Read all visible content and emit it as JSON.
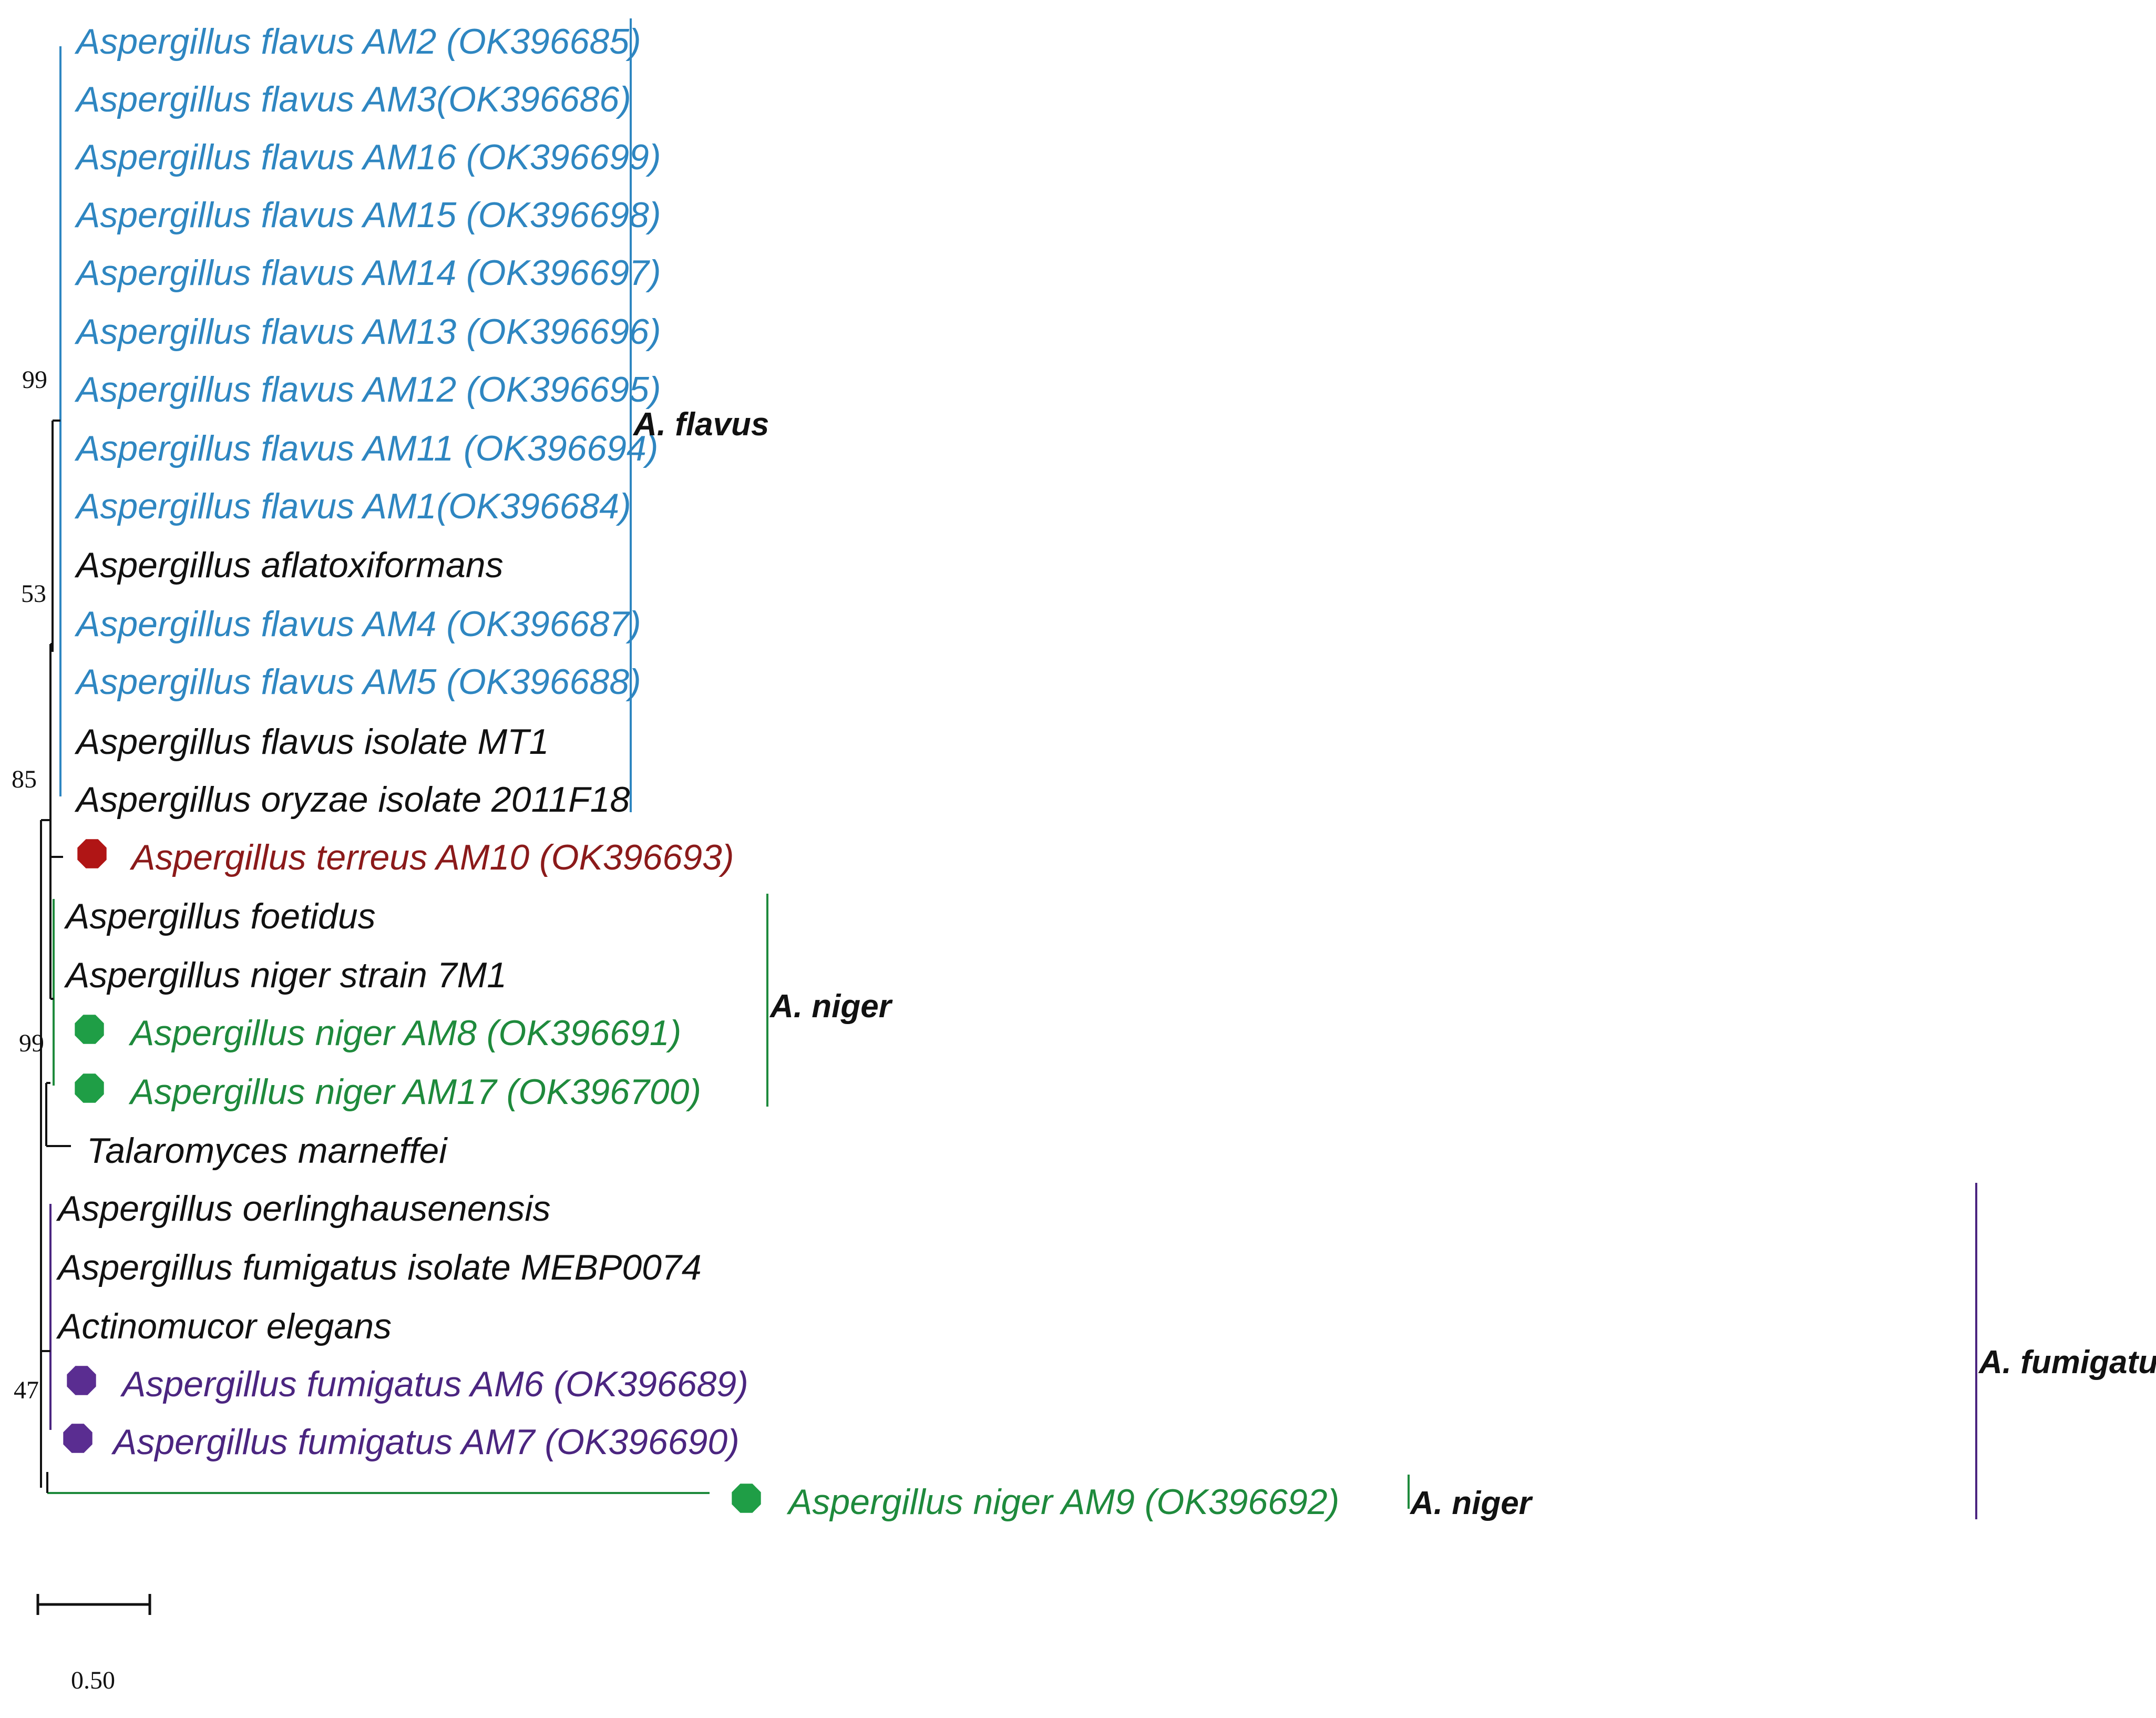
{
  "colors": {
    "flavus": "#2e86c1",
    "black": "#111111",
    "terreus": "#8b1a1a",
    "niger": "#1e8a3c",
    "fumigatus": "#4b2580",
    "marker_terreus": "#b01515",
    "marker_niger": "#1f9e46",
    "marker_fumigatus": "#5a2d91"
  },
  "taxa": [
    {
      "label": "Aspergillus flavus AM2 (OK396685)",
      "color": "flavus",
      "marker": null
    },
    {
      "label": "Aspergillus flavus AM3(OK396686)",
      "color": "flavus",
      "marker": null
    },
    {
      "label": "Aspergillus flavus AM16 (OK396699)",
      "color": "flavus",
      "marker": null
    },
    {
      "label": "Aspergillus flavus AM15 (OK396698)",
      "color": "flavus",
      "marker": null
    },
    {
      "label": "Aspergillus flavus AM14 (OK396697)",
      "color": "flavus",
      "marker": null
    },
    {
      "label": "Aspergillus flavus AM13 (OK396696)",
      "color": "flavus",
      "marker": null
    },
    {
      "label": "Aspergillus flavus AM12 (OK396695)",
      "color": "flavus",
      "marker": null
    },
    {
      "label": "Aspergillus flavus AM11 (OK396694)",
      "color": "flavus",
      "marker": null
    },
    {
      "label": "Aspergillus flavus AM1(OK396684)",
      "color": "flavus",
      "marker": null
    },
    {
      "label": "Aspergillus aflatoxiformans",
      "color": "black",
      "marker": null
    },
    {
      "label": "Aspergillus flavus AM4 (OK396687)",
      "color": "flavus",
      "marker": null
    },
    {
      "label": "Aspergillus flavus AM5 (OK396688)",
      "color": "flavus",
      "marker": null
    },
    {
      "label": "Aspergillus flavus isolate MT1",
      "color": "black",
      "marker": null
    },
    {
      "label": "Aspergillus oryzae isolate 2011F18",
      "color": "black",
      "marker": null
    },
    {
      "label": "Aspergillus terreus AM10 (OK396693)",
      "color": "terreus",
      "marker": "marker_terreus"
    },
    {
      "label": "Aspergillus foetidus",
      "color": "black",
      "marker": null
    },
    {
      "label": "Aspergillus niger strain 7M1",
      "color": "black",
      "marker": null
    },
    {
      "label": "Aspergillus niger AM8 (OK396691)",
      "color": "niger",
      "marker": "marker_niger"
    },
    {
      "label": "Aspergillus niger AM17 (OK396700)",
      "color": "niger",
      "marker": "marker_niger"
    },
    {
      "label": "Talaromyces marneffei",
      "color": "black",
      "marker": null
    },
    {
      "label": "Aspergillus oerlinghausenensis",
      "color": "black",
      "marker": null
    },
    {
      "label": "Aspergillus fumigatus isolate MEBP0074",
      "color": "black",
      "marker": null
    },
    {
      "label": "Actinomucor elegans",
      "color": "black",
      "marker": null
    },
    {
      "label": "Aspergillus fumigatus AM6 (OK396689)",
      "color": "fumigatus",
      "marker": "marker_fumigatus"
    },
    {
      "label": "Aspergillus fumigatus AM7 (OK396690)",
      "color": "fumigatus",
      "marker": "marker_fumigatus"
    },
    {
      "label": "Aspergillus niger AM9 (OK396692)",
      "color": "niger",
      "marker": "marker_niger"
    }
  ],
  "bootstrap": [
    "99",
    "53",
    "85",
    "99",
    "47"
  ],
  "clades": [
    {
      "label": "A. flavus",
      "color": "flavus"
    },
    {
      "label": "A. niger",
      "color": "niger"
    },
    {
      "label": "A. fumigatus",
      "color": "fumigatus"
    },
    {
      "label": "A. niger",
      "color": "niger"
    }
  ],
  "scale_bar": {
    "label": "0.50",
    "value": 0.5
  }
}
